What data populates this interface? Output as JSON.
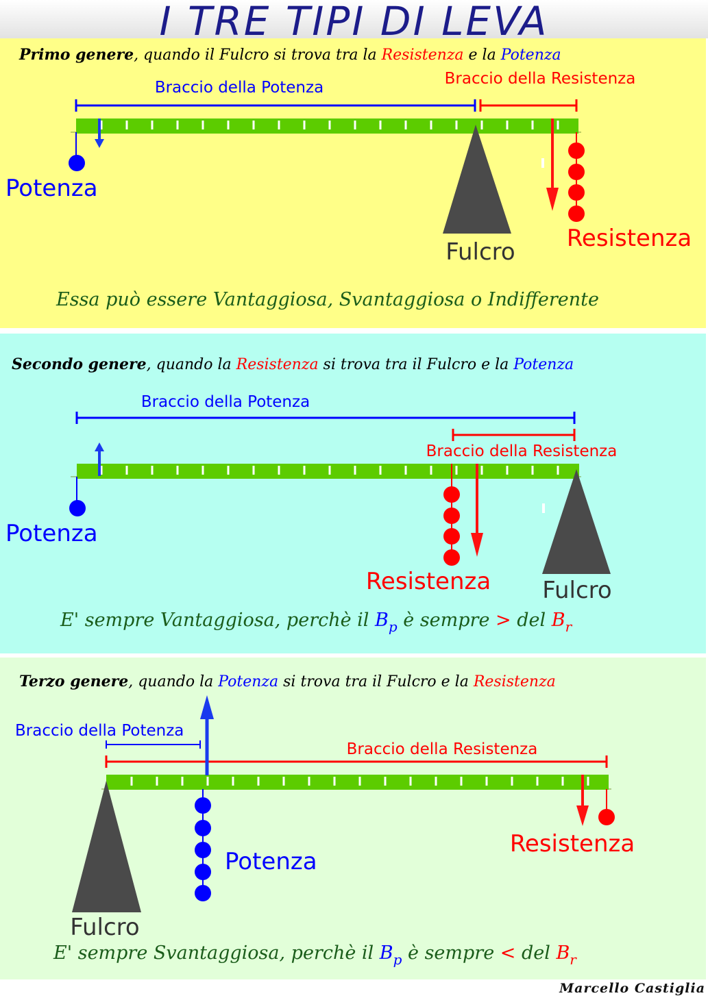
{
  "title": "I TRE TIPI DI LEVA",
  "colors": {
    "potenza": "#0000ff",
    "resistenza": "#ff0000",
    "fulcro": "#4a4a4a",
    "bar": "#5ccc00",
    "note": "#1a5c1a"
  },
  "lever1": {
    "h_bold": "Primo genere",
    "h_1": ", quando il Fulcro si trova tra la ",
    "h_res": "Resistenza",
    "h_2": " e la ",
    "h_pot": "Potenza",
    "arm_p": "Braccio della Potenza",
    "arm_r": "Braccio della Resistenza",
    "potenza": "Potenza",
    "resistenza": "Resistenza",
    "fulcro": "Fulcro",
    "note": "Essa può essere  Vantaggiosa, Svantaggiosa o Indifferente"
  },
  "lever2": {
    "h_bold": "Secondo genere",
    "h_1": ", quando la ",
    "h_res": "Resistenza",
    "h_2": " si trova tra il Fulcro e la ",
    "h_pot": "Potenza",
    "arm_p": "Braccio della Potenza",
    "arm_r": "Braccio della Resistenza",
    "potenza": "Potenza",
    "resistenza": "Resistenza",
    "fulcro": "Fulcro",
    "note_1": "E' sempre Vantaggiosa, perchè il ",
    "note_bp": "B",
    "note_bp_sub": "p",
    "note_2": " è sempre ",
    "note_op": ">",
    "note_3": " del ",
    "note_br": "B",
    "note_br_sub": "r"
  },
  "lever3": {
    "h_bold": "Terzo genere",
    "h_1": ", quando la ",
    "h_pot": "Potenza",
    "h_2": " si trova tra il Fulcro  e la ",
    "h_res": "Resistenza",
    "arm_p": "Braccio della Potenza",
    "arm_r": "Braccio della Resistenza",
    "potenza": "Potenza",
    "resistenza": "Resistenza",
    "fulcro": "Fulcro",
    "note_1": "E' sempre Svantaggiosa, perchè il ",
    "note_bp": "B",
    "note_bp_sub": "p",
    "note_2": " è sempre ",
    "note_op": "<",
    "note_3": " del ",
    "note_br": "B",
    "note_br_sub": "r"
  },
  "author": "Marcello Castiglia"
}
